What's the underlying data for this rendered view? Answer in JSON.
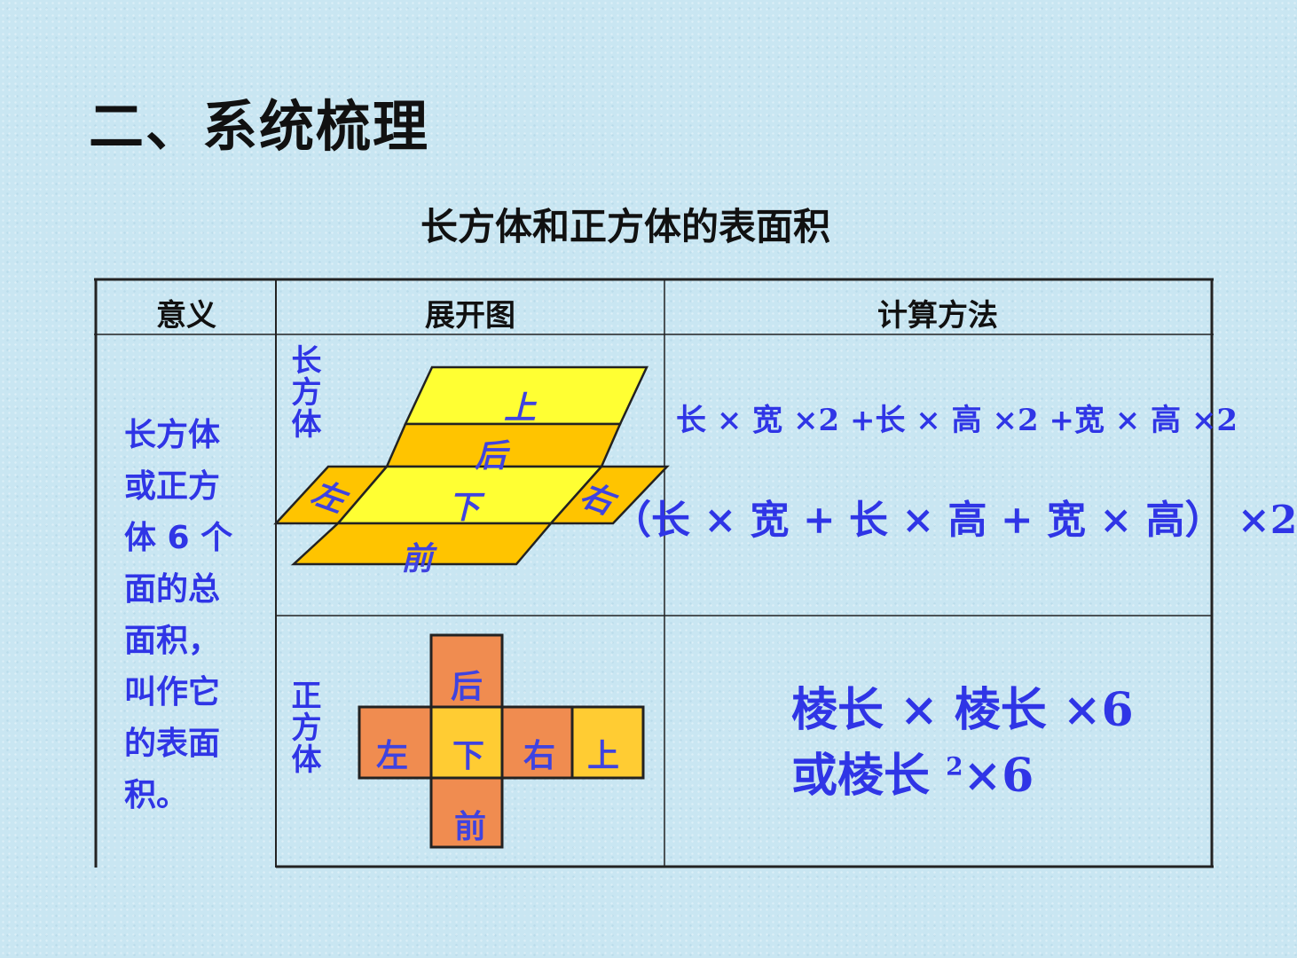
{
  "heading": "二、系统梳理",
  "subheading": "长方体和正方体的表面积",
  "table": {
    "col_meaning": "意义",
    "col_net": "展开图",
    "col_method": "计算方法",
    "meaning_text": "长方体或正方体 6 个面的总面积，叫作它的表面积。"
  },
  "cuboid": {
    "label": "长方体",
    "faces": {
      "top": "上",
      "back": "后",
      "left": "左",
      "bottom": "下",
      "right": "右",
      "front": "前"
    },
    "formula_expanded": "长 × 宽 ×2 +长 × 高 ×2 +宽 × 高 ×2",
    "formula_factored": "（长 × 宽 + 长 × 高 + 宽 × 高） ×2",
    "colors": {
      "light_face": "#ffff33",
      "dark_face": "#ffc400"
    }
  },
  "cube": {
    "label": "正方体",
    "faces": {
      "back": "后",
      "left": "左",
      "bottom": "下",
      "right": "右",
      "top": "上",
      "front": "前"
    },
    "formula_line1": "棱长 × 棱长 ×6",
    "formula_line2_prefix": "或棱长",
    "formula_line2_sup": "2",
    "formula_line2_suffix": "×6",
    "colors": {
      "side_face": "#f08c50",
      "center_face": "#ffcc33"
    }
  },
  "colors": {
    "text_blue": "#2f35e6",
    "label_blue": "#3f43e0"
  }
}
